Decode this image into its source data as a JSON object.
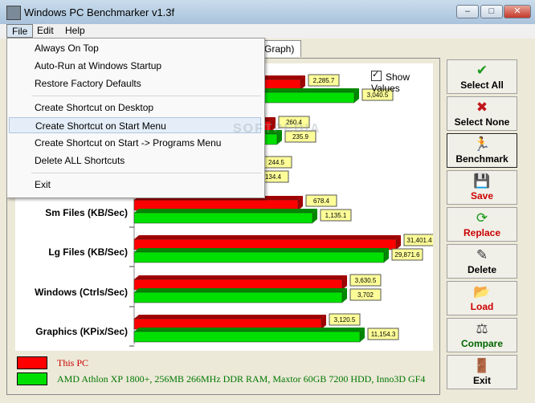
{
  "window": {
    "title": "Windows PC Benchmarker v1.3f",
    "min_label": "–",
    "max_label": "□",
    "close_label": "✕"
  },
  "menubar": {
    "file": "File",
    "edit": "Edit",
    "help": "Help"
  },
  "tabs": {
    "graph": "Graph)"
  },
  "show_values": {
    "label": "Show Values",
    "checked": true
  },
  "file_menu": {
    "items": [
      "Always On Top",
      "Auto-Run at Windows Startup",
      "Restore Factory Defaults",
      "Create Shortcut on Desktop",
      "Create Shortcut on Start Menu",
      "Create Shortcut on Start -> Programs Menu",
      "Delete ALL Shortcuts",
      "Exit"
    ],
    "highlighted_index": 4
  },
  "watermark": "SOFTPEDIA",
  "toolbar": [
    {
      "label": "Select All",
      "icon": "check-icon",
      "color": "#000000",
      "glyph": "✔",
      "glyph_color": "#1a9a1a"
    },
    {
      "label": "Select None",
      "icon": "x-icon",
      "color": "#000000",
      "glyph": "✖",
      "glyph_color": "#c0141a"
    },
    {
      "label": "Benchmark",
      "icon": "runner-icon",
      "color": "#000000",
      "glyph": "🏃",
      "glyph_color": "#1a9a1a"
    },
    {
      "label": "Save",
      "icon": "disk-icon",
      "color": "#cc0000",
      "glyph": "💾",
      "glyph_color": "#555555"
    },
    {
      "label": "Replace",
      "icon": "refresh-icon",
      "color": "#cc0000",
      "glyph": "⟳",
      "glyph_color": "#1a9a1a"
    },
    {
      "label": "Delete",
      "icon": "delete-icon",
      "color": "#000000",
      "glyph": "✎",
      "glyph_color": "#333333"
    },
    {
      "label": "Load",
      "icon": "folder-icon",
      "color": "#cc0000",
      "glyph": "📂",
      "glyph_color": "#c8a020"
    },
    {
      "label": "Compare",
      "icon": "compare-icon",
      "color": "#006600",
      "glyph": "⚖",
      "glyph_color": "#444444"
    },
    {
      "label": "Exit",
      "icon": "exit-door-icon",
      "color": "#000000",
      "glyph": "🚪",
      "glyph_color": "#444444"
    }
  ],
  "chart_data": {
    "type": "bar",
    "orientation": "horizontal",
    "categories": [
      "",
      "",
      "",
      "Sm Files (KB/Sec)",
      "Lg Files (KB/Sec)",
      "Windows (Ctrls/Sec)",
      "Graphics (KPix/Sec)"
    ],
    "series": [
      {
        "name": "This PC",
        "color": "#ff0000",
        "bar_fraction": [
          0.56,
          0.46,
          0.4,
          0.55,
          0.88,
          0.7,
          0.63
        ],
        "labels": [
          "2,285.7",
          "260.4",
          "244.5",
          "678.4",
          "31,401.4",
          "3,630.5",
          "3,120.5"
        ]
      },
      {
        "name": "AMD Athlon XP 1800+, 256MB 266MHz DDR RAM, Maxtor 60GB 7200 HDD, Inno3D GF4",
        "color": "#00e000",
        "bar_fraction": [
          0.74,
          0.48,
          0.39,
          0.6,
          0.84,
          0.7,
          0.76
        ],
        "labels": [
          "3,040.5",
          "235.9",
          "134.4",
          "1,135.1",
          "29,871.6",
          "3,702",
          "11,154.3"
        ]
      }
    ],
    "legend_position": "bottom"
  }
}
